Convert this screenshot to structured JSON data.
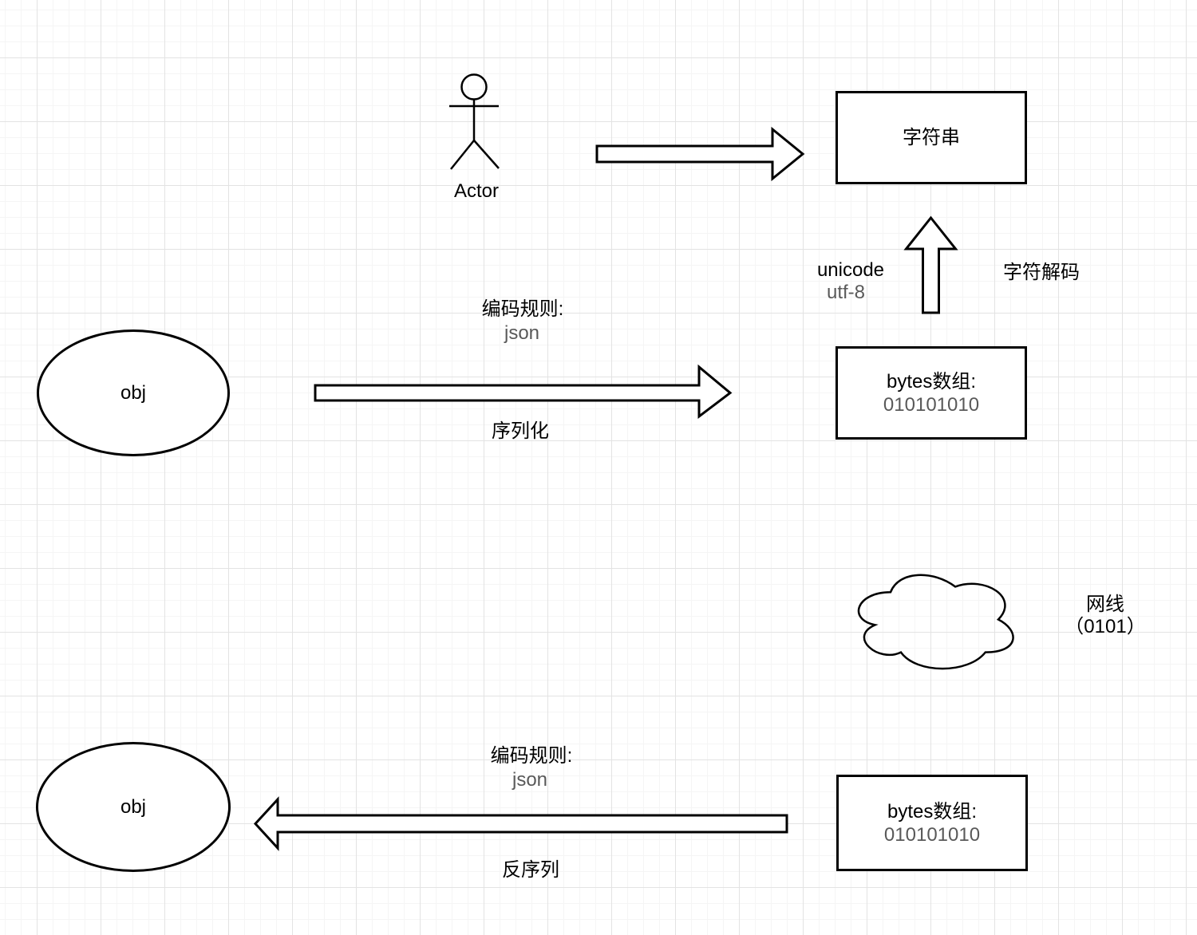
{
  "colors": {
    "stroke": "#000000",
    "text_primary": "#000000",
    "text_secondary": "#595959",
    "shape_fill": "#ffffff",
    "grid_minor": "#f5f5f5",
    "grid_major": "#e3e3e3"
  },
  "nodes": {
    "actor": {
      "label": "Actor"
    },
    "string_box": {
      "label": "字符串"
    },
    "bytes_box_top": {
      "title": "bytes数组:",
      "value": "010101010"
    },
    "bytes_box_bottom": {
      "title": "bytes数组:",
      "value": "010101010"
    },
    "obj_top": {
      "label": "obj"
    },
    "obj_bottom": {
      "label": "obj"
    },
    "cloud": {
      "label": "网线",
      "sublabel": "（0101）"
    }
  },
  "edges": {
    "serialize": {
      "rule": "编码规则:",
      "rule_value": "json",
      "action": "序列化"
    },
    "deserialize": {
      "rule": "编码规则:",
      "rule_value": "json",
      "action": "反序列"
    },
    "decode": {
      "encoding": "unicode",
      "encoding_value": "utf-8",
      "action": "字符解码"
    }
  }
}
